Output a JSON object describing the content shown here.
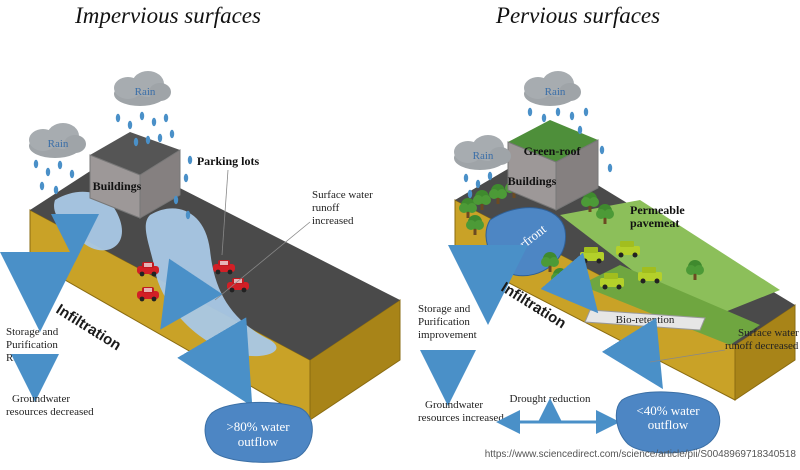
{
  "left": {
    "title": "Impervious surfaces",
    "rain_labels": [
      "Rain",
      "Rain"
    ],
    "buildings": "Buildings",
    "parking": "Parking lots",
    "surface_runoff": [
      "Surface water",
      "runoff",
      "increased"
    ],
    "infiltration": "Infiltration",
    "storage": [
      "Storage and",
      "Purification",
      "Reduction"
    ],
    "groundwater": [
      "Groundwater",
      "resources decreased"
    ],
    "outflow": [
      ">80% water",
      "outflow"
    ]
  },
  "right": {
    "title": "Pervious surfaces",
    "rain_labels": [
      "Rain",
      "Rain"
    ],
    "green_roof": "Green-roof",
    "buildings": "Buildings",
    "waterfront": "Waterfront",
    "permeable": [
      "Permeable",
      "pavemeat"
    ],
    "bio_retention": "Bio-retention",
    "infiltration": "Infiltration",
    "storage": [
      "Storage and",
      "Purification",
      "improvement"
    ],
    "groundwater": [
      "Groundwater",
      "resources increased"
    ],
    "drought": "Drought reduction",
    "surface_runoff": [
      "Surface water",
      "runoff decreased"
    ],
    "outflow": [
      "<40% water",
      "outflow"
    ]
  },
  "source_url": "https://www.sciencedirect.com/science/article/pii/S0048969718340518",
  "colors": {
    "soil": "#c9a227",
    "soil_dark": "#a88418",
    "asphalt": "#4a4a4a",
    "water": "#8fb7dc",
    "water_dark": "#4d86c4",
    "grass": "#8cbf5a",
    "building": "#9d9898",
    "roof_green": "#4e8f3a",
    "cloud": "#9fa4a8",
    "car": "#d21f26"
  },
  "icons": [
    "rain-cloud-icon",
    "car-icon",
    "tree-icon",
    "arrow-icon"
  ]
}
